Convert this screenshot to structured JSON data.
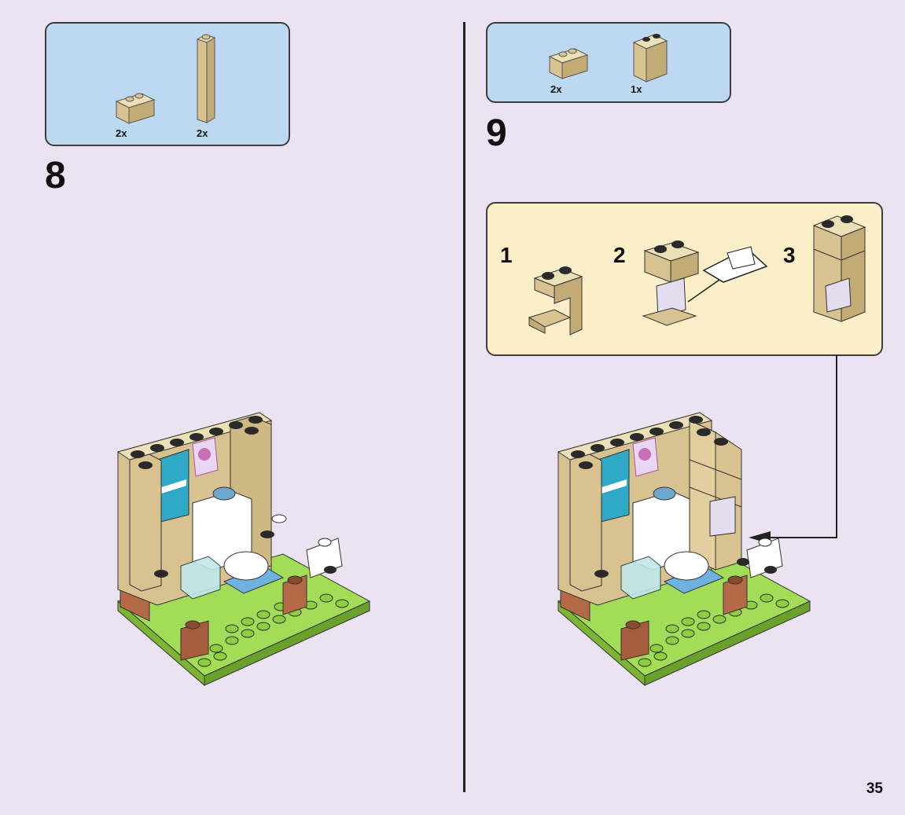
{
  "step8": {
    "number": "8",
    "parts": [
      {
        "qty": "2x",
        "icon": "tan-1x2-brick-icon"
      },
      {
        "qty": "2x",
        "icon": "tan-1x1x5-brick-icon"
      }
    ]
  },
  "step9": {
    "number": "9",
    "parts": [
      {
        "qty": "2x",
        "icon": "tan-1x2-brick-icon"
      },
      {
        "qty": "1x",
        "icon": "tan-1x2-panel-icon"
      }
    ],
    "substeps": [
      "1",
      "2",
      "3"
    ]
  },
  "page_number": "35",
  "colors": {
    "page_bg": "#ece3f2",
    "parts_box_bg": "#bcd9f1",
    "subassembly_bg": "#fbefc9",
    "tan": "#d8c28f",
    "lime": "#8fce3e",
    "reddish_brown": "#b56a47"
  }
}
